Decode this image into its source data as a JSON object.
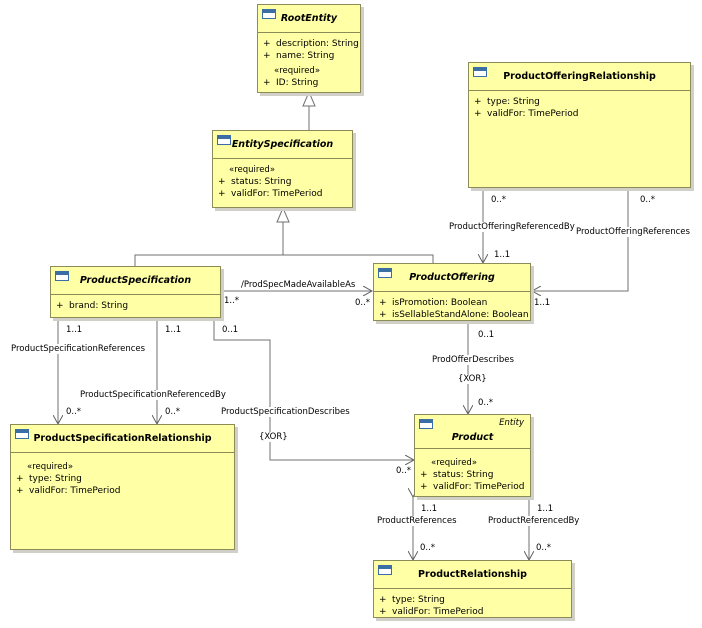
{
  "classes": {
    "root_entity": {
      "name": "RootEntity",
      "attrs": [
        {
          "vis": "+",
          "text": "description: String"
        },
        {
          "vis": "+",
          "text": "name: String"
        }
      ],
      "stereotype": "«required»",
      "req_attrs": [
        {
          "vis": "+",
          "text": "ID: String"
        }
      ]
    },
    "entity_specification": {
      "name": "EntitySpecification",
      "stereotype": "«required»",
      "req_attrs": [
        {
          "vis": "+",
          "text": "status: String"
        },
        {
          "vis": "+",
          "text": "validFor: TimePeriod"
        }
      ]
    },
    "product_offering_relationship": {
      "name": "ProductOfferingRelationship",
      "attrs": [
        {
          "vis": "+",
          "text": "type: String"
        },
        {
          "vis": "+",
          "text": "validFor: TimePeriod"
        }
      ]
    },
    "product_specification": {
      "name": "ProductSpecification",
      "attrs": [
        {
          "vis": "+",
          "text": "brand: String"
        }
      ]
    },
    "product_offering": {
      "name": "ProductOffering",
      "attrs": [
        {
          "vis": "+",
          "text": "isPromotion: Boolean"
        },
        {
          "vis": "+",
          "text": "isSellableStandAlone: Boolean"
        }
      ]
    },
    "product_specification_relationship": {
      "name": "ProductSpecificationRelationship",
      "stereotype": "«required»",
      "req_attrs": [
        {
          "vis": "+",
          "text": "type: String"
        },
        {
          "vis": "+",
          "text": "validFor: TimePeriod"
        }
      ]
    },
    "product": {
      "name": "Product",
      "class_stereotype": "Entity",
      "stereotype": "«required»",
      "req_attrs": [
        {
          "vis": "+",
          "text": "status: String"
        },
        {
          "vis": "+",
          "text": "validFor: TimePeriod"
        }
      ]
    },
    "product_relationship": {
      "name": "ProductRelationship",
      "attrs": [
        {
          "vis": "+",
          "text": "type: String"
        },
        {
          "vis": "+",
          "text": "validFor: TimePeriod"
        }
      ]
    }
  },
  "associations": {
    "prod_spec_made_available_as": {
      "label": "/ProdSpecMadeAvailableAs",
      "m1": "1..*",
      "m2": "0..*"
    },
    "product_offering_referenced_by": {
      "label": "ProductOfferingReferencedBy",
      "m1": "0..*",
      "m2": "1..1"
    },
    "product_offering_references": {
      "label": "ProductOfferingReferences",
      "m1": "0..*",
      "m2": "1..1"
    },
    "product_specification_references": {
      "label": "ProductSpecificationReferences",
      "m1": "1..1",
      "m2": "0..*"
    },
    "product_specification_referenced_by": {
      "label": "ProductSpecificationReferencedBy",
      "m1": "1..1",
      "m2": "0..*"
    },
    "product_specification_describes": {
      "label": "ProductSpecificationDescribes",
      "constraint": "{XOR}",
      "m1": "0..1",
      "m2": "0..*"
    },
    "prod_offer_describes": {
      "label": "ProdOfferDescribes",
      "constraint": "{XOR}",
      "m1": "0..1",
      "m2": "0..*"
    },
    "product_references": {
      "label": "ProductReferences",
      "m1": "1..1",
      "m2": "0..*"
    },
    "product_referenced_by": {
      "label": "ProductReferencedBy",
      "m1": "1..1",
      "m2": "0..*"
    }
  },
  "colors": {
    "class_fill": "#ffffa6",
    "class_border": "#8c8c59",
    "line": "#707070",
    "icon": "#3a6ea5"
  }
}
